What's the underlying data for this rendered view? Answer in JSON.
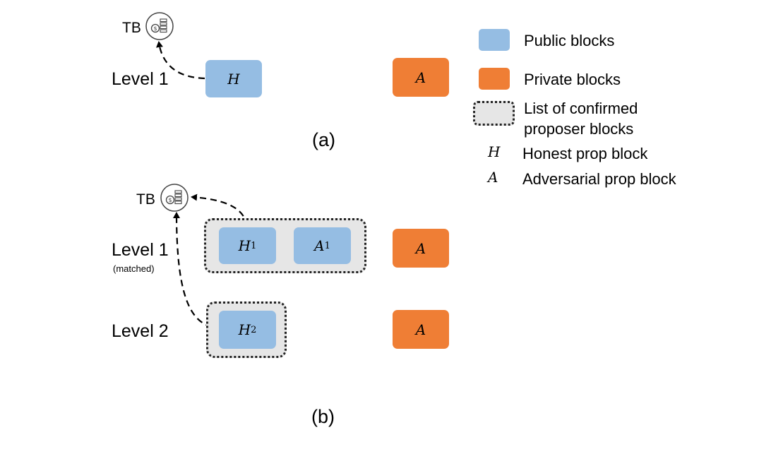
{
  "panel_a": {
    "tb_label": "TB",
    "level_label": "Level 1",
    "honest_block": "H",
    "adversarial_block": "A",
    "caption": "(a)"
  },
  "panel_b": {
    "tb_label": "TB",
    "level1_label": "Level 1",
    "level1_note": "(matched)",
    "level2_label": "Level 2",
    "h1_base": "H",
    "h1_sub": "1",
    "a1_base": "A",
    "a1_sub": "1",
    "h2_base": "H",
    "h2_sub": "2",
    "adversarial_block_l1": "A",
    "adversarial_block_l2": "A",
    "caption": "(b)"
  },
  "legend": {
    "public": "Public blocks",
    "private": "Private blocks",
    "confirmed_line1": "List of confirmed",
    "confirmed_line2": "proposer blocks",
    "honest_symbol": "H",
    "honest_text": "Honest prop block",
    "adversarial_symbol": "A",
    "adversarial_text": "Adversarial prop block"
  },
  "colors": {
    "public_block": "#95bde3",
    "private_block": "#ef7e35",
    "confirmed_list": "#e6e6e6"
  },
  "icons": [
    "coin-stack-icon"
  ]
}
